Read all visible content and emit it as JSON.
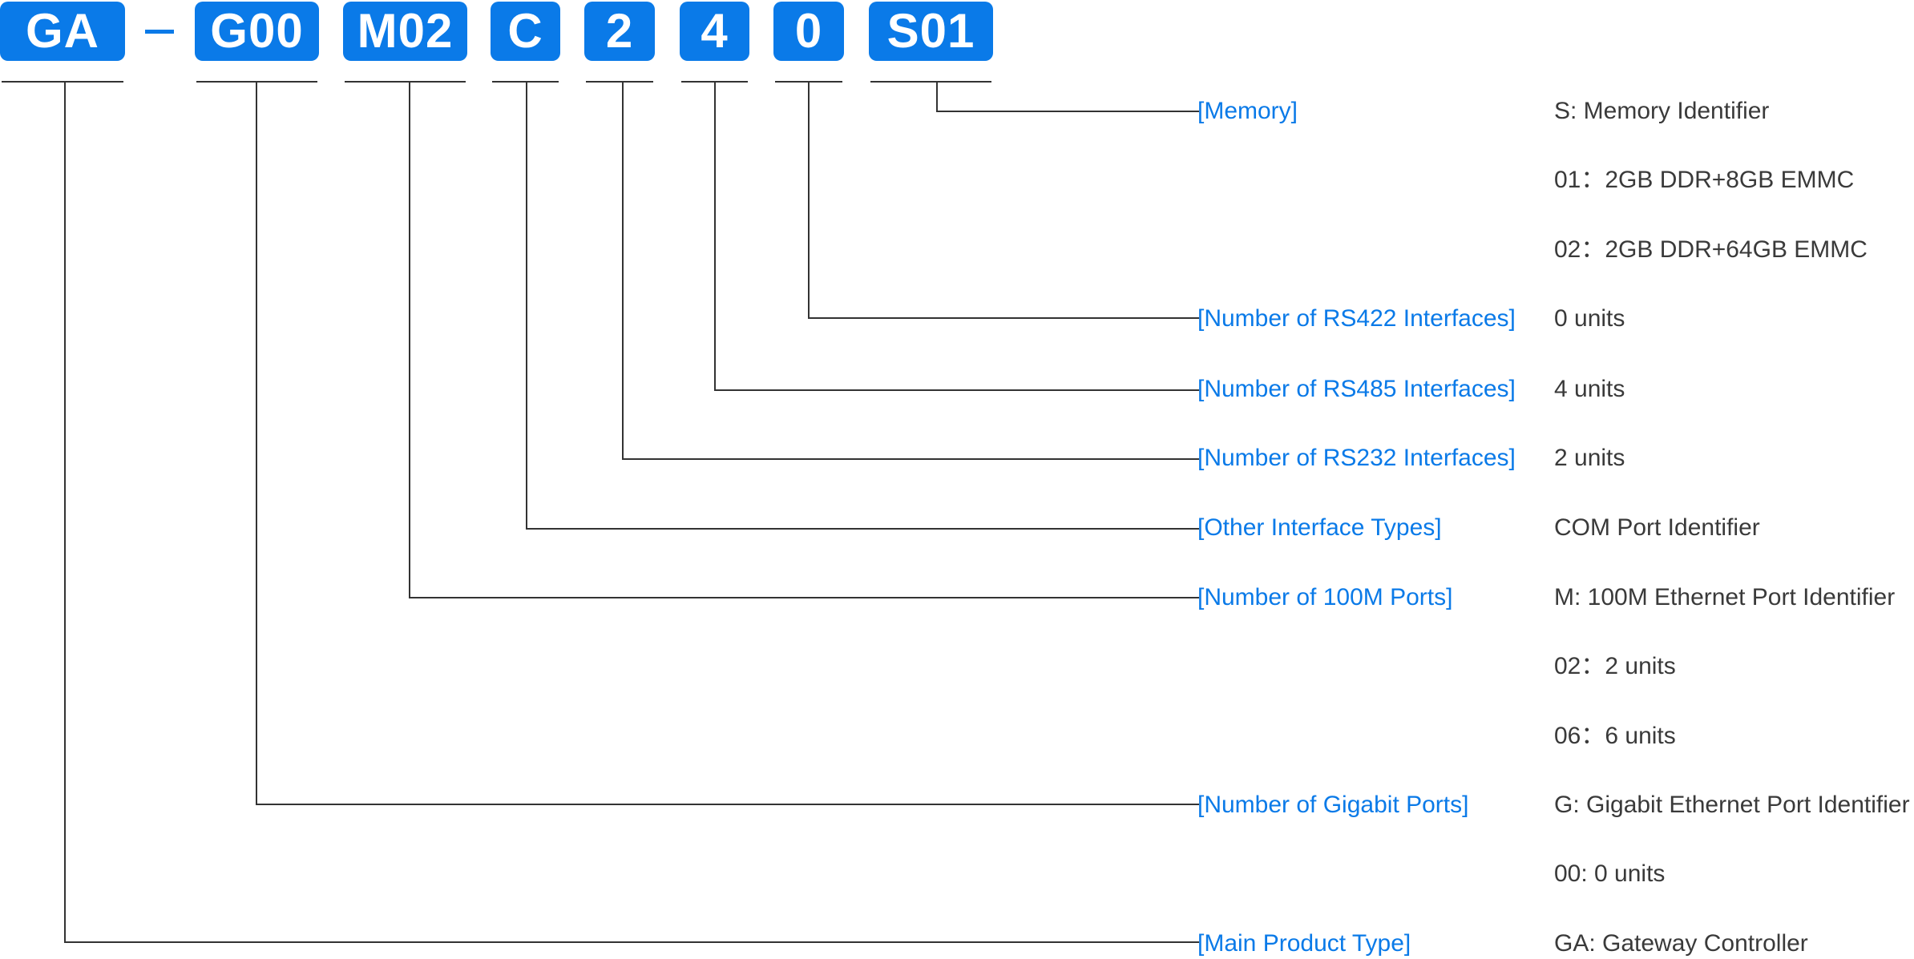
{
  "colors": {
    "accent": "#0a7ae8",
    "line": "#333333",
    "description_text": "#3a3a3a",
    "box_text": "#ffffff"
  },
  "code": {
    "segments": [
      "GA",
      "G00",
      "M02",
      "C",
      "2",
      "4",
      "0",
      "S01"
    ],
    "separator": "-"
  },
  "fields": {
    "memory": "[Memory]",
    "rs422": "[Number of RS422 Interfaces]",
    "rs485": "[Number of RS485 Interfaces]",
    "rs232": "[Number of RS232 Interfaces]",
    "other_interfaces": "[Other Interface Types]",
    "ports_100m": "[Number of 100M Ports]",
    "ports_gigabit": "[Number of Gigabit Ports]",
    "main_type": "[Main Product Type]"
  },
  "descriptions": [
    "S: Memory Identifier",
    "01：2GB DDR+8GB EMMC",
    "02：2GB DDR+64GB EMMC",
    "0 units",
    "4 units",
    "2 units",
    "COM Port Identifier",
    "M: 100M Ethernet Port Identifier",
    "02：2 units",
    "06：6 units",
    "G: Gigabit Ethernet Port Identifier",
    "00: 0 units",
    "GA: Gateway Controller"
  ]
}
